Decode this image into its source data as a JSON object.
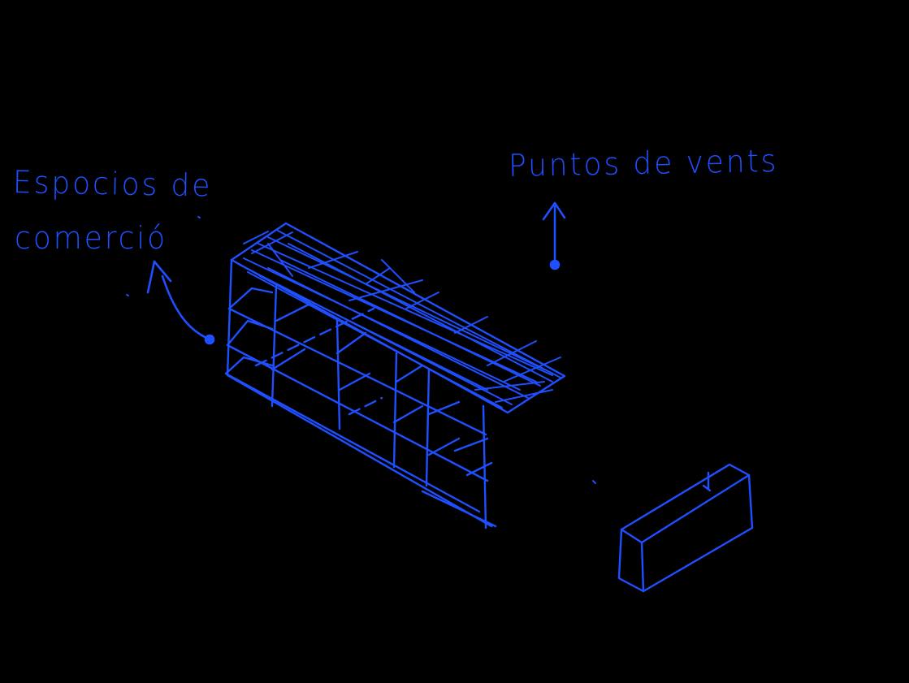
{
  "colors": {
    "background": "#000000",
    "ink": "#1f4fff"
  },
  "labels": {
    "left_line1": "Espocios de",
    "left_line2": "comerció",
    "right": "Puntos de vents"
  },
  "elements": {
    "structure": "large-lattice-structure",
    "small_block": "small-box",
    "arrows": [
      "arrow-to-comercio",
      "arrow-to-puntos-de-venta"
    ]
  }
}
